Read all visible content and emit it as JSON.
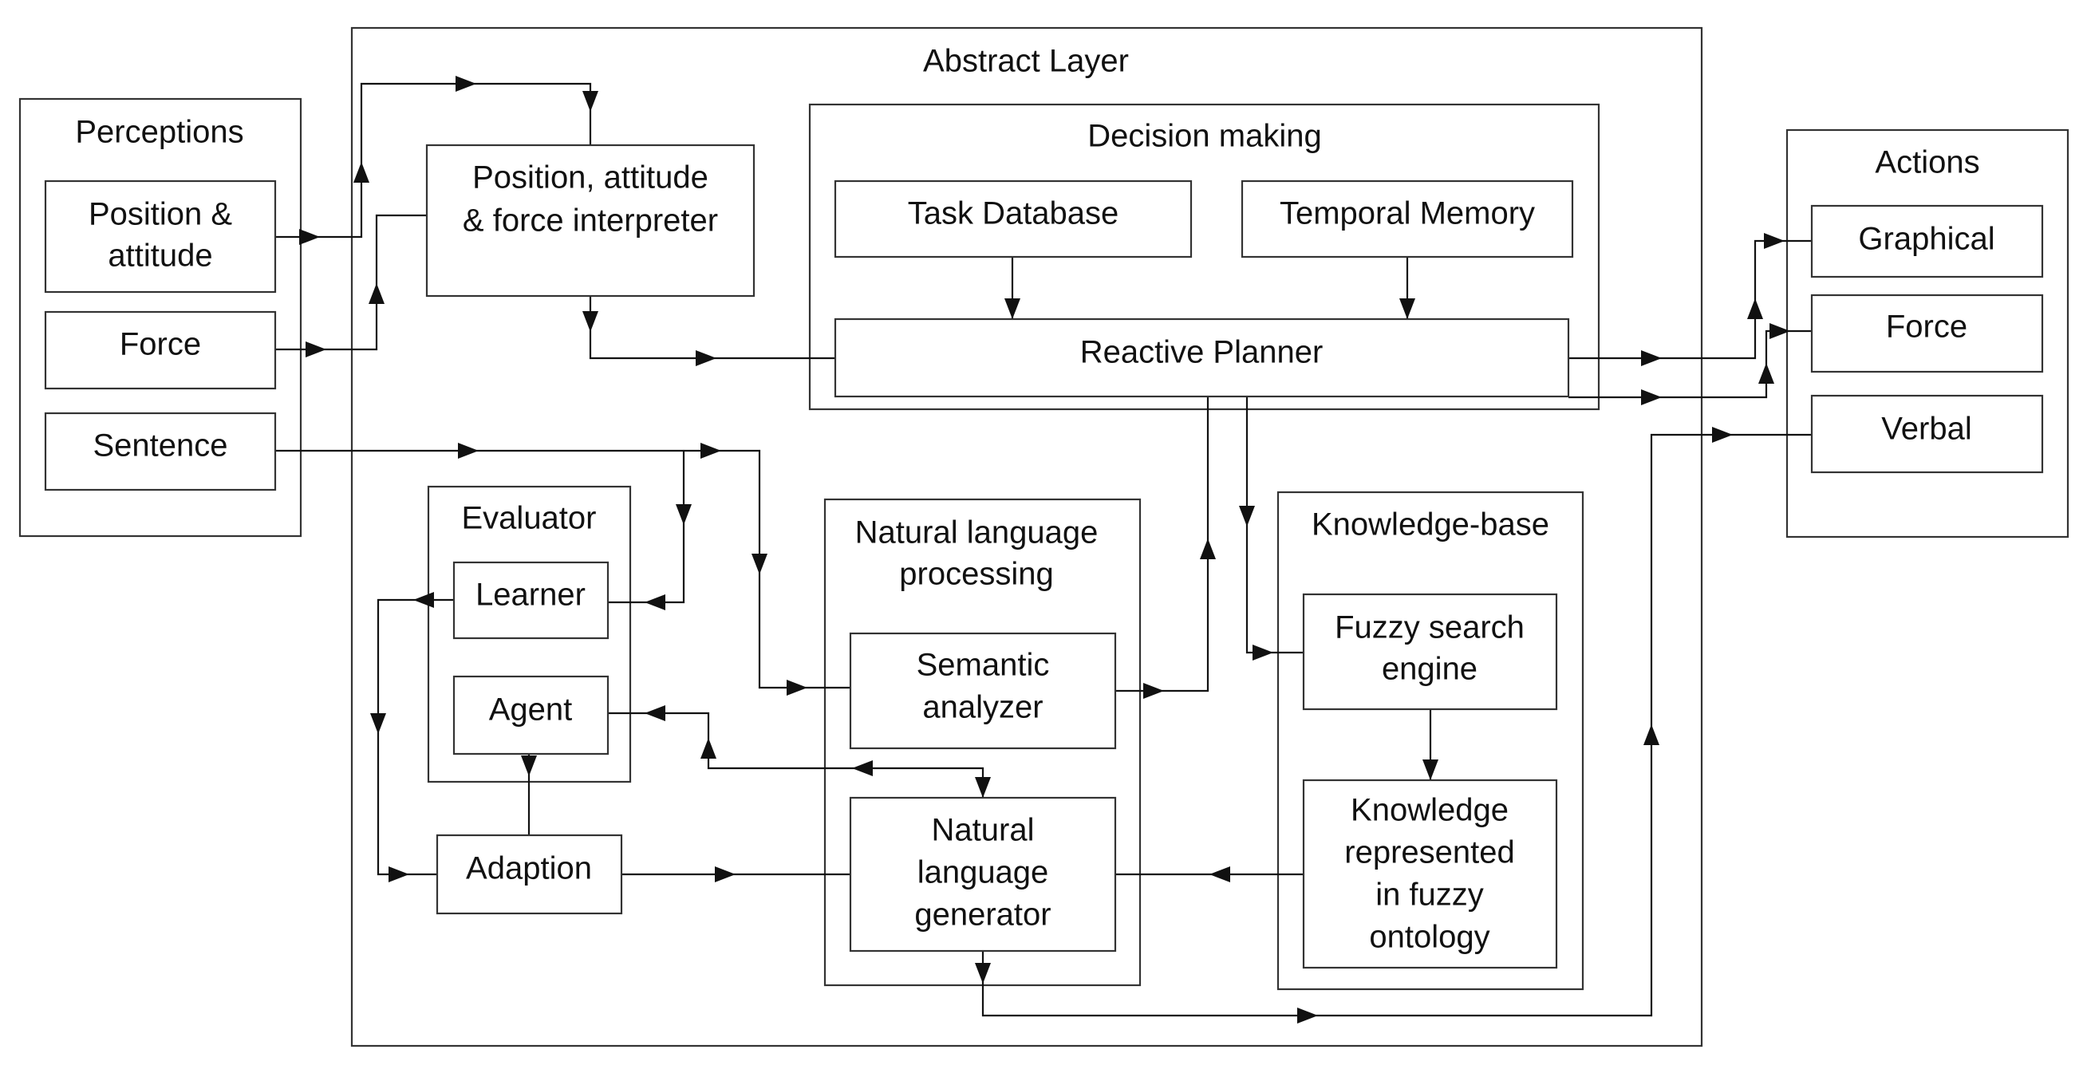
{
  "diagram": {
    "containers": {
      "perceptions": "Perceptions",
      "abstract_layer": "Abstract Layer",
      "decision_making": "Decision making",
      "evaluator": "Evaluator",
      "nlp": [
        "Natural language",
        "processing"
      ],
      "knowledge_base": "Knowledge-base",
      "actions": "Actions"
    },
    "inputs": {
      "position_attitude": [
        "Position &",
        "attitude"
      ],
      "force": "Force",
      "sentence": "Sentence"
    },
    "nodes": {
      "interpreter": [
        "Position, attitude",
        "& force interpreter"
      ],
      "task_database": "Task Database",
      "temporal_memory": "Temporal Memory",
      "reactive_planner": "Reactive Planner",
      "learner": "Learner",
      "agent": "Agent",
      "adaption": "Adaption",
      "semantic_analyzer": [
        "Semantic",
        "analyzer"
      ],
      "nl_generator": [
        "Natural",
        "language",
        "generator"
      ],
      "fuzzy_search": [
        "Fuzzy search",
        "engine"
      ],
      "knowledge_ontology": [
        "Knowledge",
        "represented",
        "in fuzzy",
        "ontology"
      ]
    },
    "outputs": {
      "graphical": "Graphical",
      "force": "Force",
      "verbal": "Verbal"
    }
  }
}
